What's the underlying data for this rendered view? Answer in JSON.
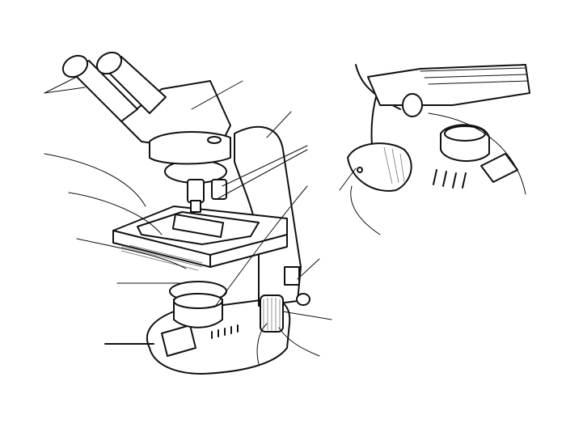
{
  "diagram": {
    "subject": "microscope",
    "colors": {
      "ink": "#111111",
      "background": "#ffffff"
    },
    "parts": [
      "eyepieces",
      "head",
      "arm",
      "objectives",
      "stage",
      "condenser",
      "base",
      "focus-knobs",
      "inset-detail"
    ]
  }
}
